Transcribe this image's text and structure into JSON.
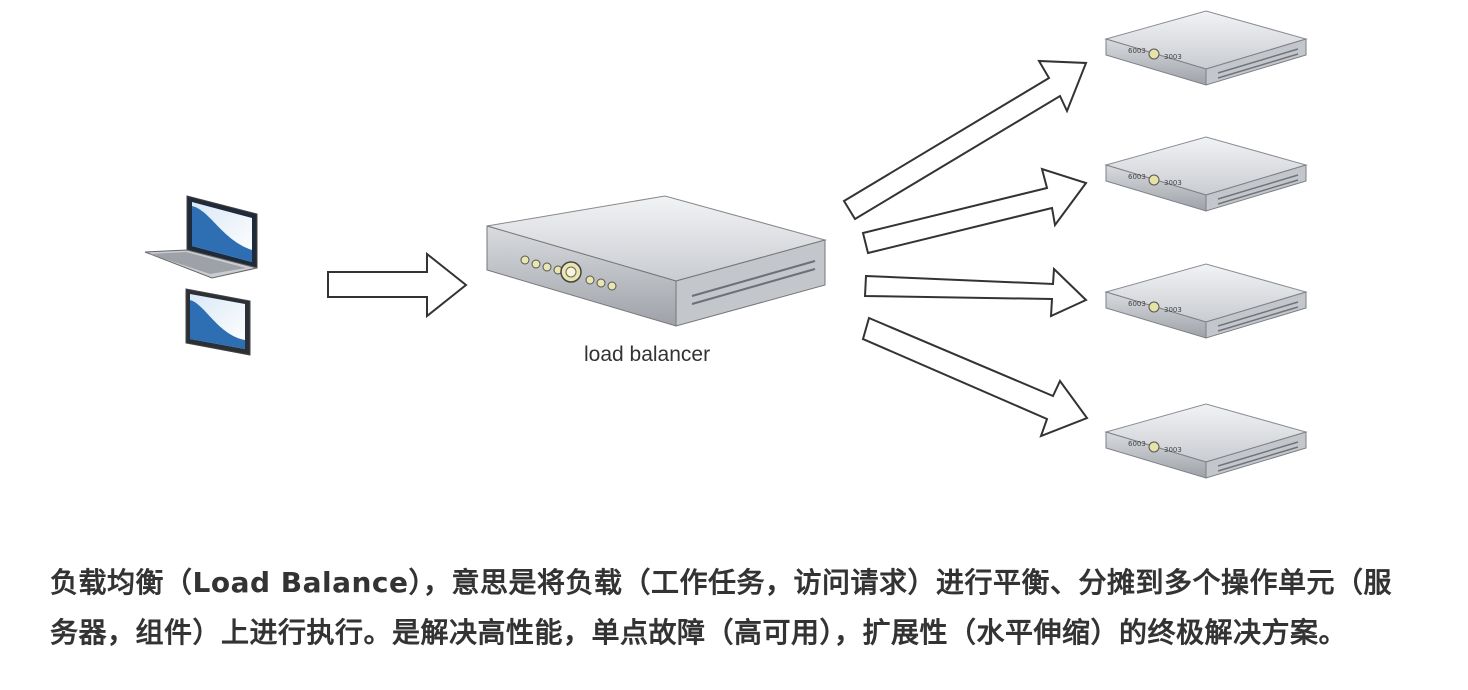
{
  "diagram": {
    "load_balancer_label": "load balancer",
    "client_devices": [
      "laptop-icon",
      "tablet-icon"
    ],
    "backend_servers": [
      "server-1",
      "server-2",
      "server-3",
      "server-4"
    ],
    "colors": {
      "arrow_stroke": "#333333",
      "arrow_fill": "#ffffff",
      "server_face": "#d8dade",
      "screen_blue": "#2e6fb3"
    }
  },
  "caption": {
    "text": "负载均衡（Load Balance），意思是将负载（工作任务，访问请求）进行平衡、分摊到多个操作单元（服务器，组件）上进行执行。是解决高性能，单点故障（高可用），扩展性（水平伸缩）的终极解决方案。"
  }
}
